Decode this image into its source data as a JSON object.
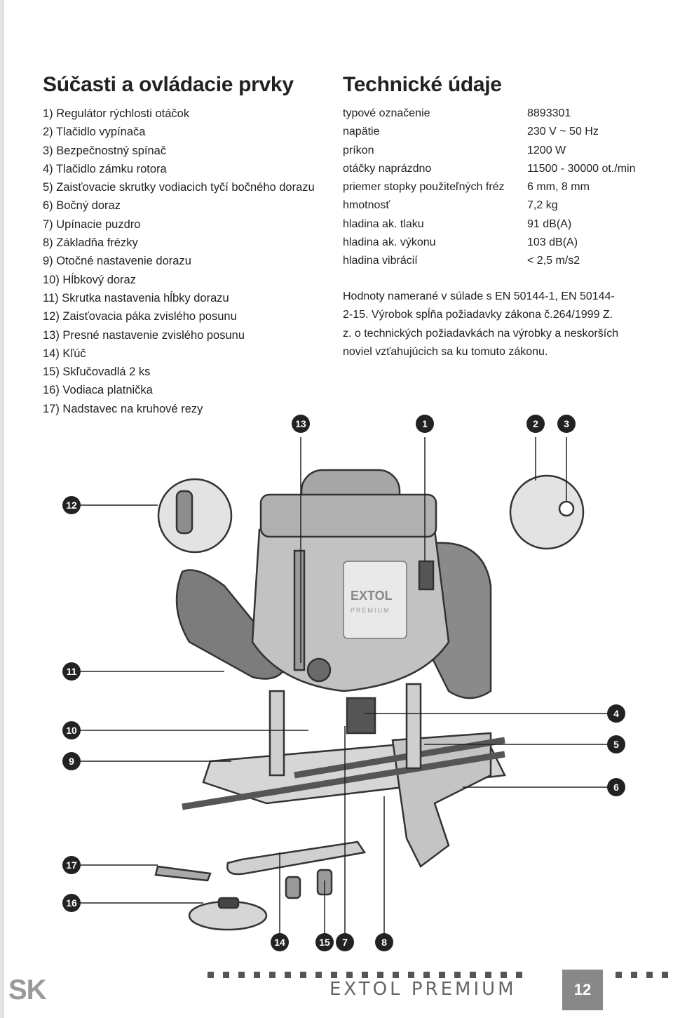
{
  "parts_section": {
    "title": "Súčasti a ovládacie prvky",
    "items": [
      "1) Regulátor rýchlosti otáčok",
      "2) Tlačidlo vypínača",
      "3) Bezpečnostný spínač",
      "4) Tlačidlo zámku rotora",
      "5) Zaisťovacie skrutky vodiacich tyčí bočného dorazu",
      "6) Bočný doraz",
      "7) Upínacie puzdro",
      "8) Základňa frézky",
      "9) Otočné nastavenie dorazu",
      "10) Hĺbkový doraz",
      "11) Skrutka nastavenia hĺbky dorazu",
      "12) Zaisťovacia páka zvislého posunu",
      "13) Presné nastavenie zvislého posunu",
      "14) Kľúč",
      "15) Skľučovadlá 2 ks",
      "16) Vodiaca platnička",
      "17) Nadstavec na kruhové rezy"
    ]
  },
  "tech_section": {
    "title": "Technické údaje",
    "rows": [
      {
        "label": "typové označenie",
        "value": "8893301"
      },
      {
        "label": "napätie",
        "value": "230 V ~ 50 Hz"
      },
      {
        "label": "príkon",
        "value": "1200 W"
      },
      {
        "label": "otáčky naprázdno",
        "value": "11500 - 30000 ot./min"
      },
      {
        "label": "priemer stopky použiteľných fréz",
        "value": "6 mm, 8 mm"
      },
      {
        "label": "hmotnosť",
        "value": "7,2 kg"
      },
      {
        "label": "hladina ak. tlaku",
        "value": "91 dB(A)"
      },
      {
        "label": "hladina ak. výkonu",
        "value": "103 dB(A)"
      },
      {
        "label": "hladina vibrácií",
        "value": "< 2,5 m/s2"
      }
    ],
    "note": "Hodnoty namerané v súlade s EN 50144-1, EN 50144-2-15. Výrobok spĺňa požiadavky zákona č.264/1999 Z. z. o technických požiadavkách na výrobky a neskorších noviel vzťahujúcich sa ku tomuto zákonu."
  },
  "diagram": {
    "callouts": [
      "1",
      "2",
      "3",
      "4",
      "5",
      "6",
      "7",
      "8",
      "9",
      "10",
      "11",
      "12",
      "13",
      "14",
      "15",
      "16",
      "17"
    ],
    "logo_text": "EXTOL",
    "logo_sub": "PREMIUM"
  },
  "footer": {
    "language": "SK",
    "brand": "EXTOL PREMIUM",
    "page_number": "12"
  }
}
